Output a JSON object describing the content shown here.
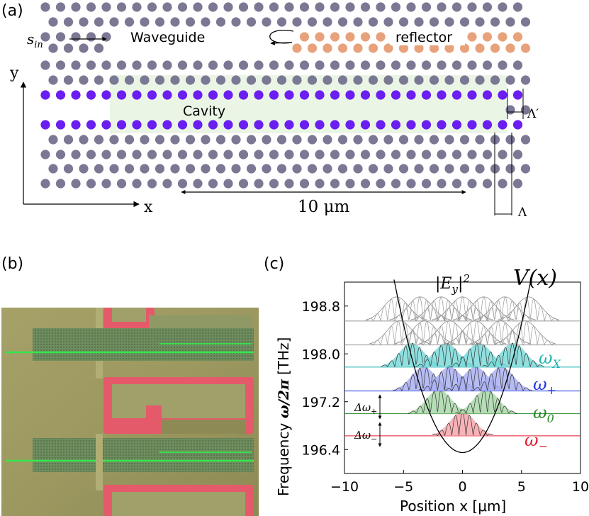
{
  "panels": {
    "a": {
      "panel_label": "(a)",
      "s_in": "s",
      "s_in_sub": "in",
      "waveguide_label": "Waveguide",
      "reflector_label": "reflector",
      "cavity_label": "Cavity",
      "axis_y": "y",
      "axis_x": "x",
      "scale_label": "10 μm",
      "lambda_prime": "Λ′",
      "lambda": "Λ",
      "colors": {
        "hole": "#7b7894",
        "reflector_hole": "#e8a27b",
        "cavity_hole": "#6a1ef0",
        "cavity_region": "#eaf5e6"
      }
    },
    "b": {
      "panel_label": "(b)"
    },
    "c": {
      "panel_label": "(c)",
      "field_label": "|E_y|^2",
      "potential_label": "V(x)",
      "y_axis_label": "Frequency ω/2π [THz]",
      "x_axis_label": "Position x [μm]",
      "mode_labels": [
        "ω_X",
        "ω_+",
        "ω_0",
        "ω_−"
      ],
      "spacing_labels": [
        "Δω_+",
        "Δω_−"
      ]
    }
  },
  "chart_data": {
    "type": "line",
    "title": "",
    "xlabel": "Position x [μm]",
    "ylabel": "Frequency ω/2π [THz]",
    "xlim": [
      -10,
      10
    ],
    "ylim": [
      196.0,
      199.2
    ],
    "x_ticks": [
      -10,
      -5,
      0,
      5,
      10
    ],
    "y_ticks": [
      196.4,
      197.2,
      198.0,
      198.8
    ],
    "potential": {
      "name": "V(x)",
      "type": "parabola",
      "vertex": [
        0,
        196.35
      ],
      "through": [
        5.5,
        198.95
      ]
    },
    "series": [
      {
        "name": "ω_−",
        "baseline": 196.63,
        "color": "#e8192c",
        "fill": "#f7a6ab",
        "lobes": [
          0
        ]
      },
      {
        "name": "ω_0",
        "baseline": 197.0,
        "color": "#2b8a2b",
        "fill": "#a9d8a9",
        "lobes": [
          -2.0,
          2.0
        ]
      },
      {
        "name": "ω_+",
        "baseline": 197.38,
        "color": "#2236e0",
        "fill": "#aab0f2",
        "lobes": [
          -3.3,
          -1.1,
          1.1,
          3.3
        ]
      },
      {
        "name": "ω_X",
        "baseline": 197.78,
        "color": "#1fb3b3",
        "fill": "#7ddada",
        "lobes": [
          -4.3,
          -1.4,
          1.4,
          4.3
        ]
      },
      {
        "name": "",
        "baseline": 198.15,
        "color": "#999999",
        "fill": "none",
        "lobes": [
          -5.3,
          -3.2,
          -1.1,
          1.1,
          3.2,
          5.3
        ]
      },
      {
        "name": "",
        "baseline": 198.55,
        "color": "#999999",
        "fill": "none",
        "lobes": [
          -5.6,
          -3.6,
          -1.8,
          0,
          1.8,
          3.6,
          5.6
        ]
      }
    ]
  }
}
